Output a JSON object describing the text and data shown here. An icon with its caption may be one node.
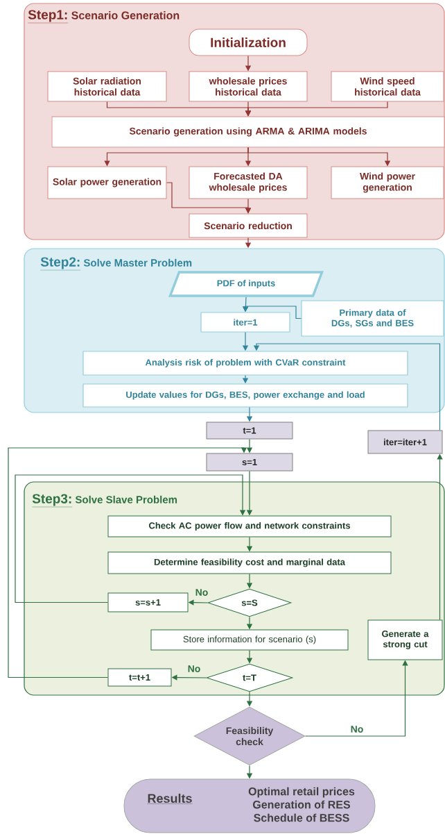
{
  "diagram": {
    "nodes": [
      {
        "text": [
          "Step1:",
          "Scenario Generation"
        ]
      },
      {
        "text": [
          "Initialization"
        ],
        "in": 0
      },
      {
        "text": [
          "Solar radiation historical data"
        ],
        "in": 0
      },
      {
        "text": [
          "wholesale prices historical data"
        ],
        "in": 0
      },
      {
        "text": [
          "Wind speed historical data"
        ],
        "in": 0
      },
      {
        "text": [
          "Scenario generation using ARMA & ARIMA models"
        ],
        "in": 0
      },
      {
        "text": [
          "Solar power generation"
        ],
        "in": 0
      },
      {
        "text": [
          "Forecasted DA wholesale prices"
        ],
        "in": 0
      },
      {
        "text": [
          "Wind power generation"
        ],
        "in": 0
      },
      {
        "text": [
          "Scenario reduction"
        ],
        "in": 0
      },
      {
        "text": [
          "Step2:",
          "Solve Master Problem"
        ]
      },
      {
        "text": [
          "PDF of inputs"
        ],
        "in": 10
      },
      {
        "text": [
          "Primary data of DGs, SGs and BES"
        ],
        "in": 10
      },
      {
        "text": [
          "iter=1"
        ],
        "in": 10
      },
      {
        "text": [
          "Analysis risk of problem with CVaR constraint"
        ],
        "in": 10
      },
      {
        "text": [
          "Update values for DGs, BES, power exchange and load"
        ],
        "in": 10
      },
      {
        "text": [
          "t=1"
        ]
      },
      {
        "text": [
          "s=1"
        ]
      },
      {
        "text": [
          "iter=iter+1"
        ]
      },
      {
        "text": [
          "Step3:",
          "Solve Slave Problem"
        ]
      },
      {
        "text": [
          "Check AC power flow and network constraints"
        ],
        "in": 19
      },
      {
        "text": [
          "Determine feasibility cost and marginal data"
        ],
        "in": 19
      },
      {
        "text": [
          "s=S"
        ],
        "in": 19
      },
      {
        "text": [
          "s=s+1"
        ],
        "in": 19
      },
      {
        "text": [
          "Store information for scenario (s)"
        ],
        "in": 19
      },
      {
        "text": [
          "t=T"
        ],
        "in": 19
      },
      {
        "text": [
          "t=t+1"
        ],
        "in": 19
      },
      {
        "text": [
          "Generate a strong cut"
        ],
        "in": 19
      },
      {
        "text": [
          "Feasibility check"
        ]
      },
      {
        "text": [
          "Results",
          "Optimal retail prices",
          "Generation of RES",
          "Schedule of BESS"
        ]
      }
    ],
    "edges": [
      {
        "from": 1,
        "to": 3,
        "arrow": "to",
        "color": "#943634"
      },
      {
        "from": 2,
        "to": 5,
        "arrow": "to",
        "color": "#943634"
      },
      {
        "from": 3,
        "to": 5,
        "arrow": "to",
        "color": "#943634"
      },
      {
        "from": 4,
        "to": 5,
        "arrow": "to",
        "color": "#943634"
      },
      {
        "from": 5,
        "to": 6,
        "arrow": "to",
        "color": "#943634"
      },
      {
        "from": 5,
        "to": 7,
        "arrow": "to",
        "color": "#943634"
      },
      {
        "from": 5,
        "to": 8,
        "arrow": "to",
        "color": "#943634"
      },
      {
        "from": 6,
        "to": 9,
        "arrow": "to",
        "color": "#943634"
      },
      {
        "from": 7,
        "to": 9,
        "arrow": "to",
        "color": "#943634"
      },
      {
        "from": 9,
        "to": 10,
        "arrow": "to",
        "color": "#943634"
      },
      {
        "from": 11,
        "to": 13,
        "arrow": "to",
        "color": "#31849b"
      },
      {
        "from": 12,
        "to": 13,
        "arrow": "to",
        "color": "#31849b"
      },
      {
        "from": 13,
        "to": 14,
        "arrow": "to",
        "color": "#31849b"
      },
      {
        "from": 18,
        "to": 14,
        "arrow": "to",
        "color": "#31849b"
      },
      {
        "from": 14,
        "to": 15,
        "arrow": "to",
        "color": "#31849b"
      },
      {
        "from": 15,
        "to": 16,
        "arrow": "to",
        "color": "#31849b"
      },
      {
        "from": 16,
        "to": 17,
        "arrow": "to"
      },
      {
        "from": 17,
        "to": 20,
        "arrow": "to"
      },
      {
        "from": 20,
        "to": 21,
        "arrow": "to"
      },
      {
        "from": 21,
        "to": 22,
        "arrow": "to"
      },
      {
        "from": 22,
        "to": 23,
        "arrow": "to",
        "label": "No"
      },
      {
        "from": 23,
        "to": 20,
        "arrow": "to"
      },
      {
        "from": 22,
        "to": 24,
        "arrow": "to"
      },
      {
        "from": 24,
        "to": 25,
        "arrow": "to"
      },
      {
        "from": 25,
        "to": 26,
        "arrow": "to",
        "label": "No"
      },
      {
        "from": 26,
        "to": 17,
        "arrow": "to"
      },
      {
        "from": 25,
        "to": 28,
        "arrow": "to"
      },
      {
        "from": 28,
        "to": 27,
        "arrow": "to",
        "label": "No"
      },
      {
        "from": 27,
        "to": 18,
        "arrow": "to"
      },
      {
        "from": 28,
        "to": 29,
        "arrow": "to"
      }
    ]
  }
}
